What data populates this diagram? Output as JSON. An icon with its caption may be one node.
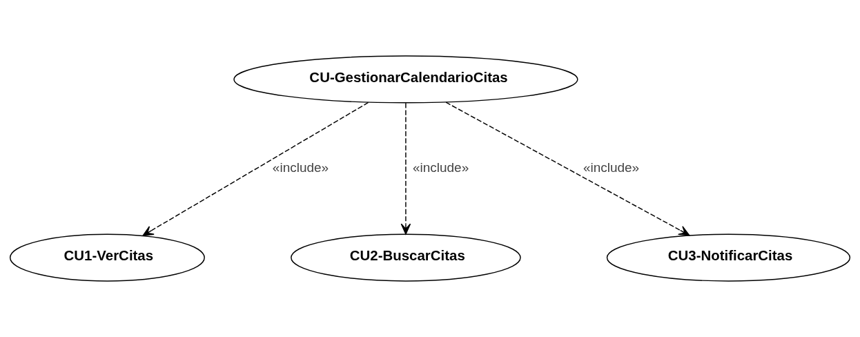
{
  "diagram": {
    "nodes": [
      {
        "text": [
          "CU-GestionarCalendarioCitas"
        ]
      },
      {
        "text": [
          "CU1-VerCitas"
        ]
      },
      {
        "text": [
          "CU2-BuscarCitas"
        ]
      },
      {
        "text": [
          "CU3-NotificarCitas"
        ]
      }
    ],
    "edges": [
      {
        "from": 0,
        "to": 1,
        "arrow": "to",
        "label": "«include»",
        "style": "dashed"
      },
      {
        "from": 0,
        "to": 2,
        "arrow": "to",
        "label": "«include»",
        "style": "dashed"
      },
      {
        "from": 0,
        "to": 3,
        "arrow": "to",
        "label": "«include»",
        "style": "dashed"
      }
    ]
  }
}
